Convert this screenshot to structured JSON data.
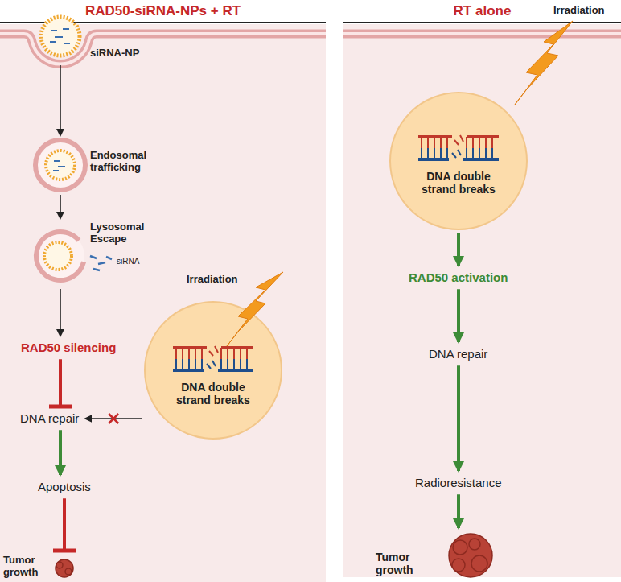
{
  "diagram": {
    "nodes": [
      {
        "text": [
          "RAD50-siRNA-NPs + RT"
        ]
      },
      {
        "text": [
          "siRNA-NP"
        ],
        "in": 0
      },
      {
        "text": [
          "Endosomal trafficking"
        ],
        "in": 0
      },
      {
        "text": [
          "Lysosomal Escape",
          "siRNA"
        ],
        "in": 0
      },
      {
        "text": [
          "RAD50 silencing"
        ],
        "in": 0
      },
      {
        "text": [
          "DNA repair"
        ],
        "in": 0
      },
      {
        "text": [
          "Apoptosis"
        ],
        "in": 0
      },
      {
        "text": [
          "Tumor growth"
        ],
        "in": 0
      },
      {
        "text": [
          "DNA double strand breaks"
        ],
        "in": 0
      },
      {
        "text": [
          "RT alone"
        ]
      },
      {
        "text": [
          "DNA double strand breaks"
        ],
        "in": 9
      },
      {
        "text": [
          "RAD50 activation"
        ],
        "in": 9
      },
      {
        "text": [
          "DNA repair"
        ],
        "in": 9
      },
      {
        "text": [
          "Radioresistance"
        ],
        "in": 9
      },
      {
        "text": [
          "Tumor growth"
        ],
        "in": 9
      }
    ],
    "edges": [
      {
        "from": 1,
        "to": 2,
        "arrow": "to"
      },
      {
        "from": 2,
        "to": 3,
        "arrow": "to"
      },
      {
        "from": 3,
        "to": 4,
        "arrow": "to"
      },
      {
        "from": 4,
        "to": 5,
        "arrow": "to"
      },
      {
        "from": 8,
        "to": 5,
        "arrow": "to"
      },
      {
        "from": 5,
        "to": 6,
        "arrow": "to"
      },
      {
        "from": 6,
        "to": 7,
        "arrow": "to"
      },
      {
        "from": 10,
        "to": 11,
        "arrow": "to"
      },
      {
        "from": 11,
        "to": 12,
        "arrow": "to"
      },
      {
        "from": 12,
        "to": 13,
        "arrow": "to"
      },
      {
        "from": 13,
        "to": 14,
        "arrow": "to"
      }
    ],
    "labels": [
      "Irradiation",
      "Irradiation"
    ]
  }
}
